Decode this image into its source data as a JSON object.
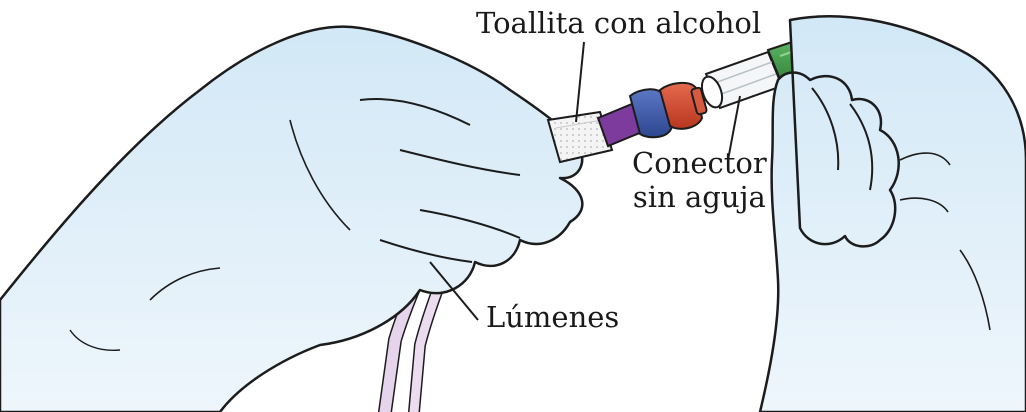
{
  "labels": {
    "alcohol_wipe": "Toallita con alcohol",
    "connector_line1": "Conector",
    "connector_line2": "sin aguja",
    "lumens": "Lúmenes"
  },
  "colors": {
    "glove_fill": "#d6eaf6",
    "glove_outline": "#1c1c1c",
    "connector_red": "#cf4a32",
    "connector_blue": "#3b58a8",
    "connector_purple": "#7e3b9e",
    "cap_green": "#3f9c4a",
    "tubing": "#e6d3ec"
  }
}
